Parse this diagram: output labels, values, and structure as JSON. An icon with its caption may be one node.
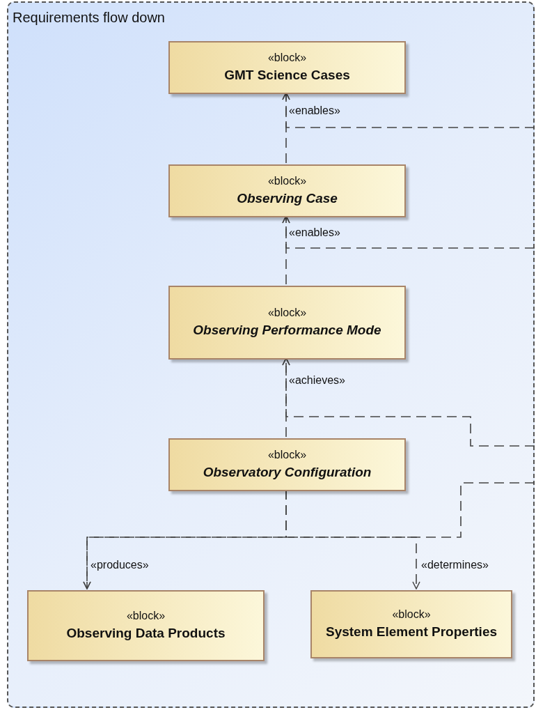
{
  "diagram": {
    "nodes": [
      {
        "text": [
          "Requirements flow down"
        ]
      },
      {
        "text": [
          "«block»",
          "GMT Science Cases"
        ],
        "in": 0
      },
      {
        "text": [
          "«block»",
          "Observing Case"
        ],
        "in": 0
      },
      {
        "text": [
          "«block»",
          "Observing Performance Mode"
        ],
        "in": 0
      },
      {
        "text": [
          "«block»",
          "Observatory Configuration"
        ],
        "in": 0
      },
      {
        "text": [
          "«block»",
          "Observing Data Products"
        ],
        "in": 0
      },
      {
        "text": [
          "«block»",
          "System Element Properties"
        ],
        "in": 0
      }
    ],
    "edges": [
      {
        "from": 2,
        "to": 1,
        "arrow": "to",
        "label": "«enables»",
        "style": "dashed"
      },
      {
        "from": null,
        "to": 1,
        "arrow": "to",
        "style": "dashed"
      },
      {
        "from": 3,
        "to": 2,
        "arrow": "to",
        "label": "«enables»",
        "style": "dashed"
      },
      {
        "from": null,
        "to": 2,
        "arrow": "to",
        "style": "dashed"
      },
      {
        "from": 4,
        "to": 3,
        "arrow": "to",
        "label": "«achieves»",
        "style": "dashed"
      },
      {
        "from": null,
        "to": 3,
        "arrow": "to",
        "style": "dashed"
      },
      {
        "from": 4,
        "to": 5,
        "arrow": "to",
        "label": "«produces»",
        "style": "dashed"
      },
      {
        "from": 4,
        "to": 6,
        "arrow": "to",
        "label": "«determines»",
        "style": "dashed"
      },
      {
        "from": null,
        "to": 5,
        "arrow": "to",
        "style": "dashed"
      }
    ]
  }
}
